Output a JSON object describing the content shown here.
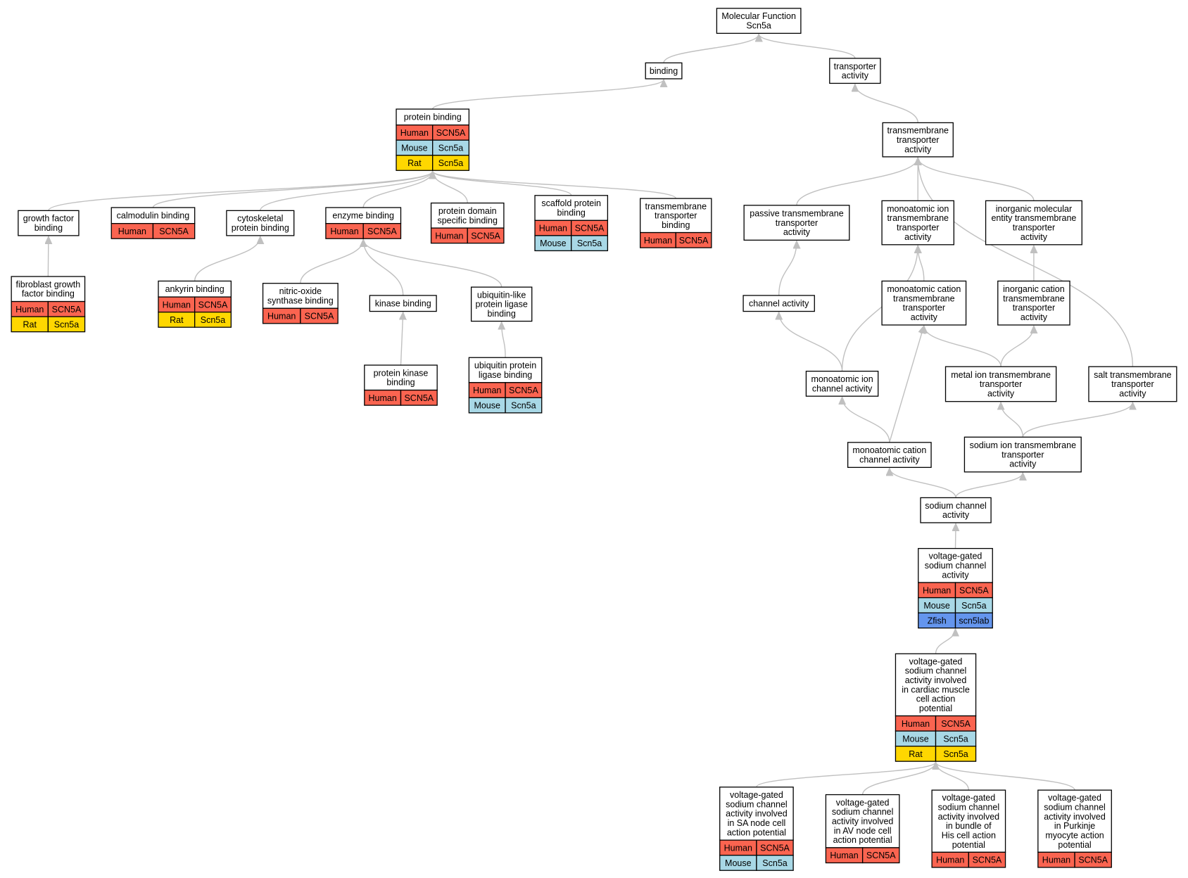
{
  "colors": {
    "Human": "#fa6450",
    "Mouse": "#a8d8e6",
    "Rat": "#ffd700",
    "Zfish": "#6495ed",
    "edge": "#c0c0c0",
    "border": "#000000"
  },
  "nodes": [
    {
      "id": "root",
      "lines": [
        "Molecular Function",
        "Scn5a"
      ],
      "rows": []
    },
    {
      "id": "binding",
      "lines": [
        "binding"
      ],
      "rows": []
    },
    {
      "id": "transporter",
      "lines": [
        "transporter",
        "activity"
      ],
      "rows": []
    },
    {
      "id": "protein-binding",
      "lines": [
        "protein binding"
      ],
      "rows": [
        [
          "Human",
          "SCN5A"
        ],
        [
          "Mouse",
          "Scn5a"
        ],
        [
          "Rat",
          "Scn5a"
        ]
      ]
    },
    {
      "id": "tm-transporter",
      "lines": [
        "transmembrane",
        "transporter",
        "activity"
      ],
      "rows": []
    },
    {
      "id": "growth-factor",
      "lines": [
        "growth factor",
        "binding"
      ],
      "rows": []
    },
    {
      "id": "calmodulin",
      "lines": [
        "calmodulin binding"
      ],
      "rows": [
        [
          "Human",
          "SCN5A"
        ]
      ]
    },
    {
      "id": "cytoskeletal",
      "lines": [
        "cytoskeletal",
        "protein binding"
      ],
      "rows": []
    },
    {
      "id": "enzyme",
      "lines": [
        "enzyme binding"
      ],
      "rows": [
        [
          "Human",
          "SCN5A"
        ]
      ]
    },
    {
      "id": "protein-domain",
      "lines": [
        "protein domain",
        "specific binding"
      ],
      "rows": [
        [
          "Human",
          "SCN5A"
        ]
      ]
    },
    {
      "id": "scaffold",
      "lines": [
        "scaffold protein",
        "binding"
      ],
      "rows": [
        [
          "Human",
          "SCN5A"
        ],
        [
          "Mouse",
          "Scn5a"
        ]
      ]
    },
    {
      "id": "tm-transporter-binding",
      "lines": [
        "transmembrane",
        "transporter",
        "binding"
      ],
      "rows": [
        [
          "Human",
          "SCN5A"
        ]
      ]
    },
    {
      "id": "passive",
      "lines": [
        "passive transmembrane",
        "transporter",
        "activity"
      ],
      "rows": []
    },
    {
      "id": "ion-tm",
      "lines": [
        "monoatomic ion",
        "transmembrane",
        "transporter",
        "activity"
      ],
      "rows": []
    },
    {
      "id": "inorganic-molecular",
      "lines": [
        "inorganic molecular",
        "entity transmembrane",
        "transporter",
        "activity"
      ],
      "rows": []
    },
    {
      "id": "fgf",
      "lines": [
        "fibroblast growth",
        "factor binding"
      ],
      "rows": [
        [
          "Human",
          "SCN5A"
        ],
        [
          "Rat",
          "Scn5a"
        ]
      ]
    },
    {
      "id": "ankyrin",
      "lines": [
        "ankyrin binding"
      ],
      "rows": [
        [
          "Human",
          "SCN5A"
        ],
        [
          "Rat",
          "Scn5a"
        ]
      ]
    },
    {
      "id": "nos",
      "lines": [
        "nitric-oxide",
        "synthase binding"
      ],
      "rows": [
        [
          "Human",
          "SCN5A"
        ]
      ]
    },
    {
      "id": "kinase",
      "lines": [
        "kinase binding"
      ],
      "rows": []
    },
    {
      "id": "ubl-ligase",
      "lines": [
        "ubiquitin-like",
        "protein ligase",
        "binding"
      ],
      "rows": []
    },
    {
      "id": "channel",
      "lines": [
        "channel activity"
      ],
      "rows": []
    },
    {
      "id": "cation-tm",
      "lines": [
        "monoatomic cation",
        "transmembrane",
        "transporter",
        "activity"
      ],
      "rows": []
    },
    {
      "id": "inorganic-cation",
      "lines": [
        "inorganic cation",
        "transmembrane",
        "transporter",
        "activity"
      ],
      "rows": []
    },
    {
      "id": "protein-kinase",
      "lines": [
        "protein kinase",
        "binding"
      ],
      "rows": [
        [
          "Human",
          "SCN5A"
        ]
      ]
    },
    {
      "id": "ub-ligase",
      "lines": [
        "ubiquitin protein",
        "ligase binding"
      ],
      "rows": [
        [
          "Human",
          "SCN5A"
        ],
        [
          "Mouse",
          "Scn5a"
        ]
      ]
    },
    {
      "id": "ion-channel",
      "lines": [
        "monoatomic ion",
        "channel activity"
      ],
      "rows": []
    },
    {
      "id": "metal-ion",
      "lines": [
        "metal ion transmembrane",
        "transporter",
        "activity"
      ],
      "rows": []
    },
    {
      "id": "salt",
      "lines": [
        "salt transmembrane",
        "transporter",
        "activity"
      ],
      "rows": []
    },
    {
      "id": "cation-channel",
      "lines": [
        "monoatomic cation",
        "channel activity"
      ],
      "rows": []
    },
    {
      "id": "sodium-tm",
      "lines": [
        "sodium ion transmembrane",
        "transporter",
        "activity"
      ],
      "rows": []
    },
    {
      "id": "sodium-channel",
      "lines": [
        "sodium channel",
        "activity"
      ],
      "rows": []
    },
    {
      "id": "vg-sodium",
      "lines": [
        "voltage-gated",
        "sodium channel",
        "activity"
      ],
      "rows": [
        [
          "Human",
          "SCN5A"
        ],
        [
          "Mouse",
          "Scn5a"
        ],
        [
          "Zfish",
          "scn5lab"
        ]
      ]
    },
    {
      "id": "vg-cardiac",
      "lines": [
        "voltage-gated",
        "sodium channel",
        "activity involved",
        "in cardiac muscle",
        "cell action",
        "potential"
      ],
      "rows": [
        [
          "Human",
          "SCN5A"
        ],
        [
          "Mouse",
          "Scn5a"
        ],
        [
          "Rat",
          "Scn5a"
        ]
      ]
    },
    {
      "id": "vg-sa",
      "lines": [
        "voltage-gated",
        "sodium channel",
        "activity involved",
        "in SA node cell",
        "action potential"
      ],
      "rows": [
        [
          "Human",
          "SCN5A"
        ],
        [
          "Mouse",
          "Scn5a"
        ]
      ]
    },
    {
      "id": "vg-av",
      "lines": [
        "voltage-gated",
        "sodium channel",
        "activity involved",
        "in AV node cell",
        "action potential"
      ],
      "rows": [
        [
          "Human",
          "SCN5A"
        ]
      ]
    },
    {
      "id": "vg-his",
      "lines": [
        "voltage-gated",
        "sodium channel",
        "activity involved",
        "in bundle of",
        "His cell action",
        "potential"
      ],
      "rows": [
        [
          "Human",
          "SCN5A"
        ]
      ]
    },
    {
      "id": "vg-purkinje",
      "lines": [
        "voltage-gated",
        "sodium channel",
        "activity involved",
        "in Purkinje",
        "myocyte action",
        "potential"
      ],
      "rows": [
        [
          "Human",
          "SCN5A"
        ]
      ]
    }
  ],
  "edges": [
    [
      "binding",
      "root"
    ],
    [
      "transporter",
      "root"
    ],
    [
      "protein-binding",
      "binding"
    ],
    [
      "tm-transporter",
      "transporter"
    ],
    [
      "growth-factor",
      "protein-binding"
    ],
    [
      "calmodulin",
      "protein-binding"
    ],
    [
      "cytoskeletal",
      "protein-binding"
    ],
    [
      "enzyme",
      "protein-binding"
    ],
    [
      "protein-domain",
      "protein-binding"
    ],
    [
      "scaffold",
      "protein-binding"
    ],
    [
      "tm-transporter-binding",
      "protein-binding"
    ],
    [
      "passive",
      "tm-transporter"
    ],
    [
      "ion-tm",
      "tm-transporter"
    ],
    [
      "inorganic-molecular",
      "tm-transporter"
    ],
    [
      "salt",
      "tm-transporter"
    ],
    [
      "fgf",
      "growth-factor"
    ],
    [
      "ankyrin",
      "cytoskeletal"
    ],
    [
      "nos",
      "enzyme"
    ],
    [
      "kinase",
      "enzyme"
    ],
    [
      "ubl-ligase",
      "enzyme"
    ],
    [
      "protein-kinase",
      "kinase"
    ],
    [
      "ub-ligase",
      "ubl-ligase"
    ],
    [
      "channel",
      "passive"
    ],
    [
      "cation-tm",
      "ion-tm"
    ],
    [
      "ion-channel",
      "ion-tm"
    ],
    [
      "inorganic-cation",
      "inorganic-molecular"
    ],
    [
      "ion-channel",
      "channel"
    ],
    [
      "metal-ion",
      "cation-tm"
    ],
    [
      "metal-ion",
      "inorganic-cation"
    ],
    [
      "cation-channel",
      "cation-tm"
    ],
    [
      "cation-channel",
      "ion-channel"
    ],
    [
      "sodium-tm",
      "metal-ion"
    ],
    [
      "sodium-tm",
      "salt"
    ],
    [
      "sodium-channel",
      "cation-channel"
    ],
    [
      "sodium-channel",
      "sodium-tm"
    ],
    [
      "vg-sodium",
      "sodium-channel"
    ],
    [
      "vg-cardiac",
      "vg-sodium"
    ],
    [
      "vg-sa",
      "vg-cardiac"
    ],
    [
      "vg-av",
      "vg-cardiac"
    ],
    [
      "vg-his",
      "vg-cardiac"
    ],
    [
      "vg-purkinje",
      "vg-cardiac"
    ]
  ]
}
